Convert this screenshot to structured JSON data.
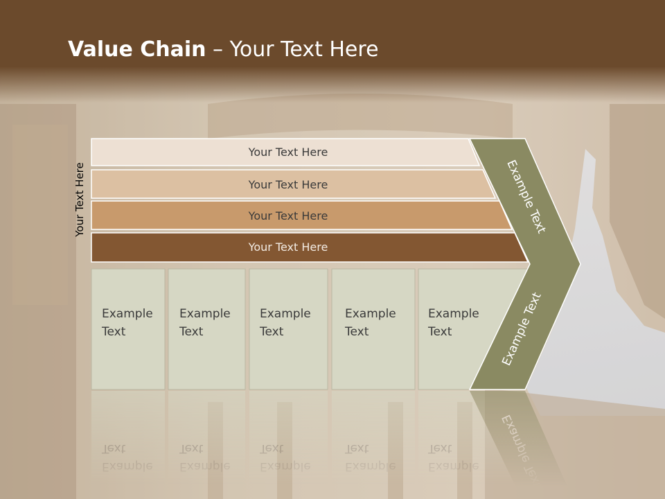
{
  "title": {
    "bold": "Value Chain",
    "rest": " – Your Text Here"
  },
  "side_label": "Your Text Here",
  "bands": [
    {
      "label": "Your Text Here",
      "fill": "#ede0d3"
    },
    {
      "label": "Your Text Here",
      "fill": "#dcc0a2"
    },
    {
      "label": "Your Text Here",
      "fill": "#c89a6c"
    },
    {
      "label": "Your Text Here",
      "fill": "#835732"
    }
  ],
  "boxes": [
    {
      "line1": "Example",
      "line2": "Text"
    },
    {
      "line1": "Example",
      "line2": "Text"
    },
    {
      "line1": "Example",
      "line2": "Text"
    },
    {
      "line1": "Example",
      "line2": "Text"
    },
    {
      "line1": "Example",
      "line2": "Text"
    }
  ],
  "chevron": {
    "top_label": "Example Text",
    "bottom_label": "Example Text",
    "fill": "#8a8a62"
  },
  "colors": {
    "header": "#6b4a2c",
    "box_fill": "#d6d7c4",
    "box_stroke": "#b9b7a2",
    "text": "#3a3a3a"
  }
}
